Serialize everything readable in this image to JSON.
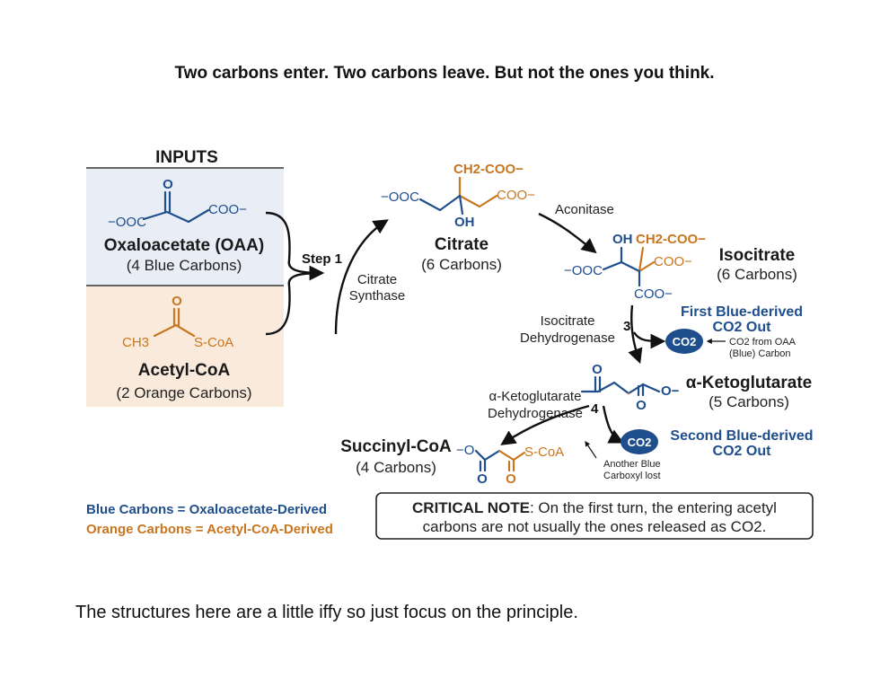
{
  "headline": "Two carbons enter. Two carbons leave. But not the ones you think.",
  "footer_note": "The structures here are a little iffy so just focus on the principle.",
  "colors": {
    "blue": "#1f4e8c",
    "orange": "#c8761f",
    "oaa_bg": "#e9eef6",
    "acetyl_bg": "#f9eadb",
    "co2_fill": "#1f4e8c"
  },
  "inputs": {
    "header": "INPUTS",
    "oaa": {
      "atoms": {
        "o_top": "O",
        "left_group": "−OOC",
        "right_group": "COO−"
      },
      "name": "Oxaloacetate (OAA)",
      "desc": "(4 Blue Carbons)"
    },
    "acetyl": {
      "atoms": {
        "o_top": "O",
        "methyl": "CH3",
        "scoa": "S-CoA"
      },
      "name": "Acetyl-CoA",
      "desc": "(2 Orange Carbons)"
    }
  },
  "step1": {
    "label": "Step 1",
    "enzyme_line1": "Citrate",
    "enzyme_line2": "Synthase"
  },
  "citrate": {
    "atoms": {
      "top": "CH2-COO−",
      "left": "−OOC",
      "right": "COO−",
      "oh": "OH"
    },
    "name": "Citrate",
    "desc": "(6 Carbons)"
  },
  "aconitase": {
    "label": "Aconitase"
  },
  "isocitrate": {
    "atoms": {
      "oh": "OH",
      "top_right": "CH2-COO−",
      "left": "−OOC",
      "right": "COO−",
      "bottom": "COO−"
    },
    "name": "Isocitrate",
    "desc": "(6 Carbons)"
  },
  "step3": {
    "enzyme_line1": "Isocitrate",
    "enzyme_line2": "Dehydrogenase",
    "number": "3",
    "co2": "CO2",
    "co2_note_line1": "CO2 from OAA",
    "co2_note_line2": "(Blue) Carbon",
    "callout_line1": "First Blue-derived",
    "callout_line2": "CO2 Out"
  },
  "akg": {
    "atoms": {
      "o_top": "O",
      "o_mid": "O",
      "o_end": "O−"
    },
    "name": "α-Ketoglutarate",
    "desc": "(5 Carbons)"
  },
  "step4": {
    "enzyme_line1": "α-Ketoglutarate",
    "enzyme_line2": "Dehydrogenase",
    "number": "4",
    "co2": "CO2",
    "note_line1": "Another Blue",
    "note_line2": "Carboxyl lost",
    "callout_line1": "Second Blue-derived",
    "callout_line2": "CO2 Out"
  },
  "succinyl": {
    "atoms": {
      "o_minus": "−O",
      "o_left": "O",
      "o_right": "O",
      "scoa": "S-CoA"
    },
    "name": "Succinyl-CoA",
    "desc": "(4 Carbons)"
  },
  "legend": {
    "blue_line": "Blue Carbons = Oxaloacetate-Derived",
    "orange_line": "Orange Carbons = Acetyl-CoA-Derived"
  },
  "critical_note": {
    "label": "CRITICAL NOTE",
    "line1_rest": ": On the first turn, the entering acetyl",
    "line2": "carbons are not usually the ones released as CO2."
  }
}
